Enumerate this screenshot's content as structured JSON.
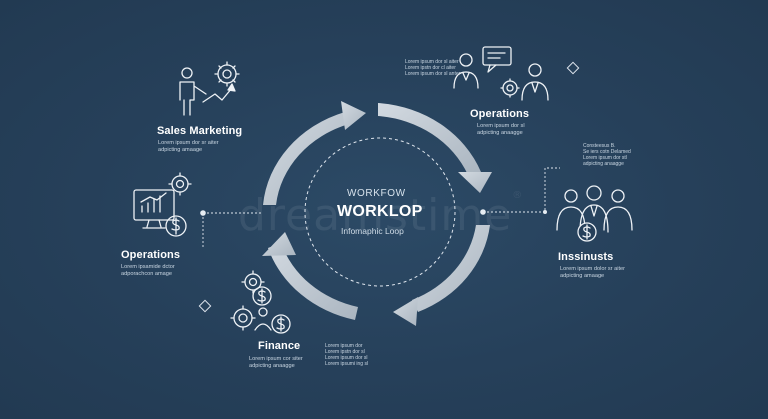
{
  "center": {
    "kicker": "WORKFOW",
    "title": "WORKLOP",
    "subtitle": "Infomaphic Loop"
  },
  "nodes": {
    "sales_marketing": {
      "title": "Sales Marketing",
      "text": "Lorem ipsum dor sr aiter\nadpicting amaage"
    },
    "operations_left": {
      "title": "Operations",
      "text": "Lorem ipsamide dctor\nadporachcon amage"
    },
    "finance": {
      "title": "Finance",
      "text": "Lorem ipsum cor siter\nadpicting anaagge"
    },
    "operations_top": {
      "title": "Operations",
      "text": "Lorem ipsum dor sl\nadpicting anaagge",
      "side_text": "Lorem ipsum dor sl aiter\nLorem ipstn dor cl aiter\nLorem ipsum dor sl anter"
    },
    "insights": {
      "title": "Inssinusts",
      "text": "Lorem ipsum dolor sr aiter\nadpicting amaage",
      "side_text": "Consteesus B.\nSe iers cotn Delamed\nLorem ipsum dor stl\nadpicting anaagge"
    },
    "finance_side": {
      "side_text": "Lorem ipsum dor\nLorem ipstn dor sl\nLorem ipsum dor sl\nLorem ipsumi ing sl"
    }
  },
  "watermark": {
    "text": "dreamstime",
    "mark": "®"
  },
  "colors": {
    "background": "#26405a",
    "arrow": "#c4ccd4",
    "line": "#e8eef4"
  }
}
